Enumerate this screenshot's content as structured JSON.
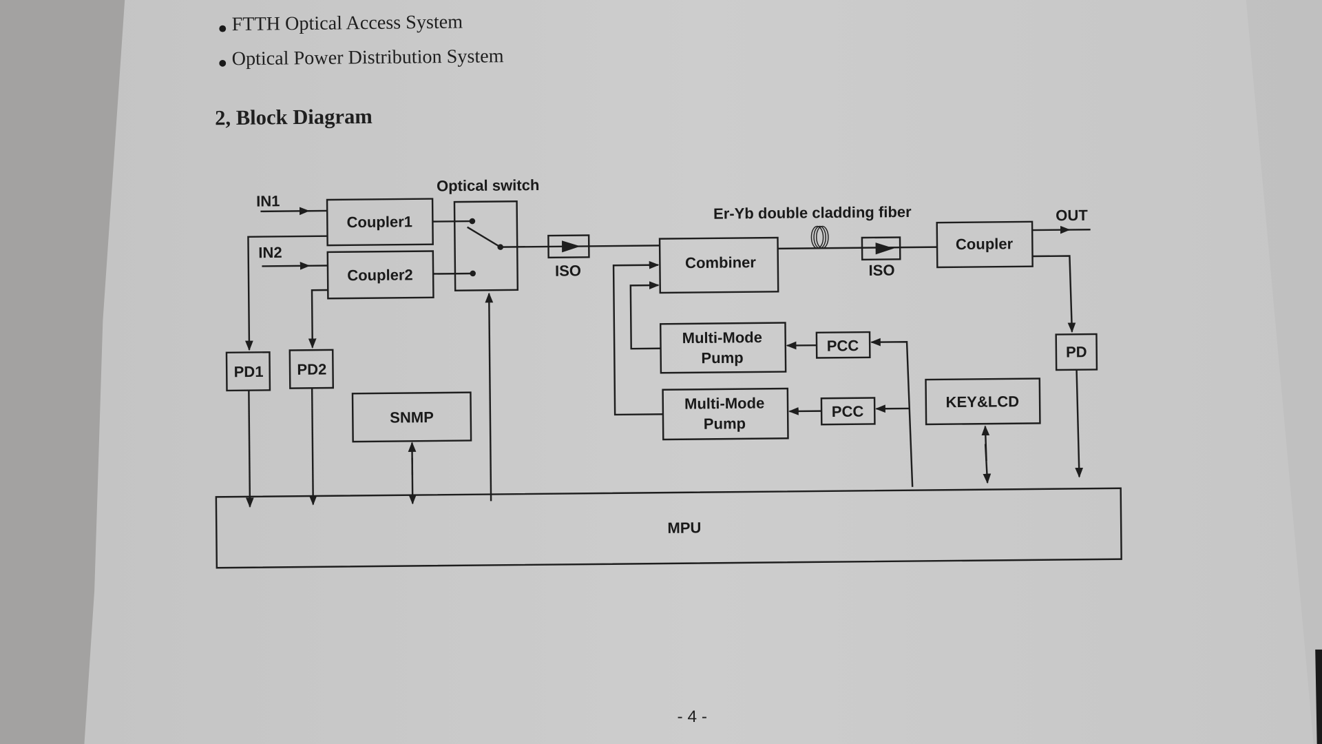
{
  "page": {
    "bullets": [
      "FTTH Optical Access System",
      "Optical Power Distribution System"
    ],
    "section_title": "2, Block Diagram",
    "page_number": "- 4 -"
  },
  "diagram": {
    "labels": {
      "in1": "IN1",
      "in2": "IN2",
      "optical_switch": "Optical switch",
      "fiber": "Er-Yb double cladding fiber",
      "out": "OUT",
      "iso1": "ISO",
      "iso2": "ISO"
    },
    "blocks": {
      "coupler1": "Coupler1",
      "coupler2": "Coupler2",
      "combiner": "Combiner",
      "coupler_out": "Coupler",
      "pump1_line1": "Multi-Mode",
      "pump1_line2": "Pump",
      "pump2_line1": "Multi-Mode",
      "pump2_line2": "Pump",
      "pcc1": "PCC",
      "pcc2": "PCC",
      "pd1": "PD1",
      "pd2": "PD2",
      "pd_out": "PD",
      "snmp": "SNMP",
      "key_lcd": "KEY&LCD",
      "mpu": "MPU"
    }
  }
}
